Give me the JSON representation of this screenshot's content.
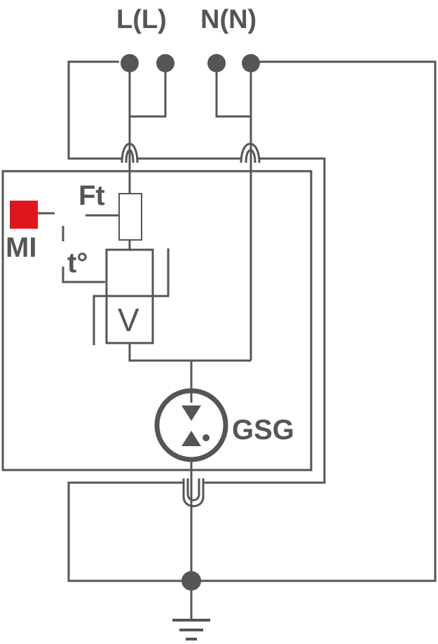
{
  "labels": {
    "line": "L(L)",
    "neutral": "N(N)",
    "fuse": "Ft",
    "indicator": "MI",
    "thermal": "t°",
    "varistor": "V",
    "gas_tube": "GSG"
  },
  "colors": {
    "wire": "#555555",
    "indicator": "#e0161e",
    "fuse_fill": "#ffffff",
    "background": "#ffffff"
  },
  "icons": {
    "ground": "ground-symbol-icon",
    "terminal": "terminal-dot-icon",
    "gas_tube": "gas-discharge-tube-icon",
    "varistor": "varistor-icon",
    "fuse": "fuse-icon"
  }
}
